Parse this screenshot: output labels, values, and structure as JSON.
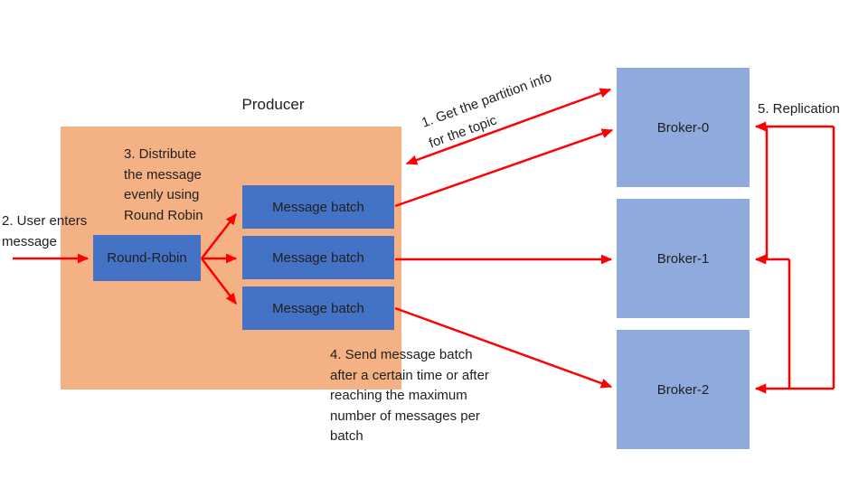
{
  "producer": {
    "label": "Producer",
    "round_robin_label": "Round-Robin",
    "batches": [
      "Message batch",
      "Message batch",
      "Message batch"
    ]
  },
  "brokers": [
    "Broker-0",
    "Broker-1",
    "Broker-2"
  ],
  "annotations": {
    "step1_lines": [
      "1. Get the partition info",
      "for the topic"
    ],
    "step2_lines": [
      "2. User enters",
      "message"
    ],
    "step3_lines": [
      "3. Distribute",
      "the message",
      "evenly using",
      "Round Robin"
    ],
    "step4_lines": [
      "4. Send message batch",
      "after a certain time or after",
      "reaching the maximum",
      "number of messages per",
      "batch"
    ],
    "step5": "5. Replication"
  },
  "colors": {
    "producer_bg": "#F4B183",
    "batch_bg": "#4472C4",
    "broker_bg": "#8FAADC",
    "arrow": "#FF0000",
    "text": "#1F1F1F",
    "canvas_bg": "#FFFFFF"
  }
}
